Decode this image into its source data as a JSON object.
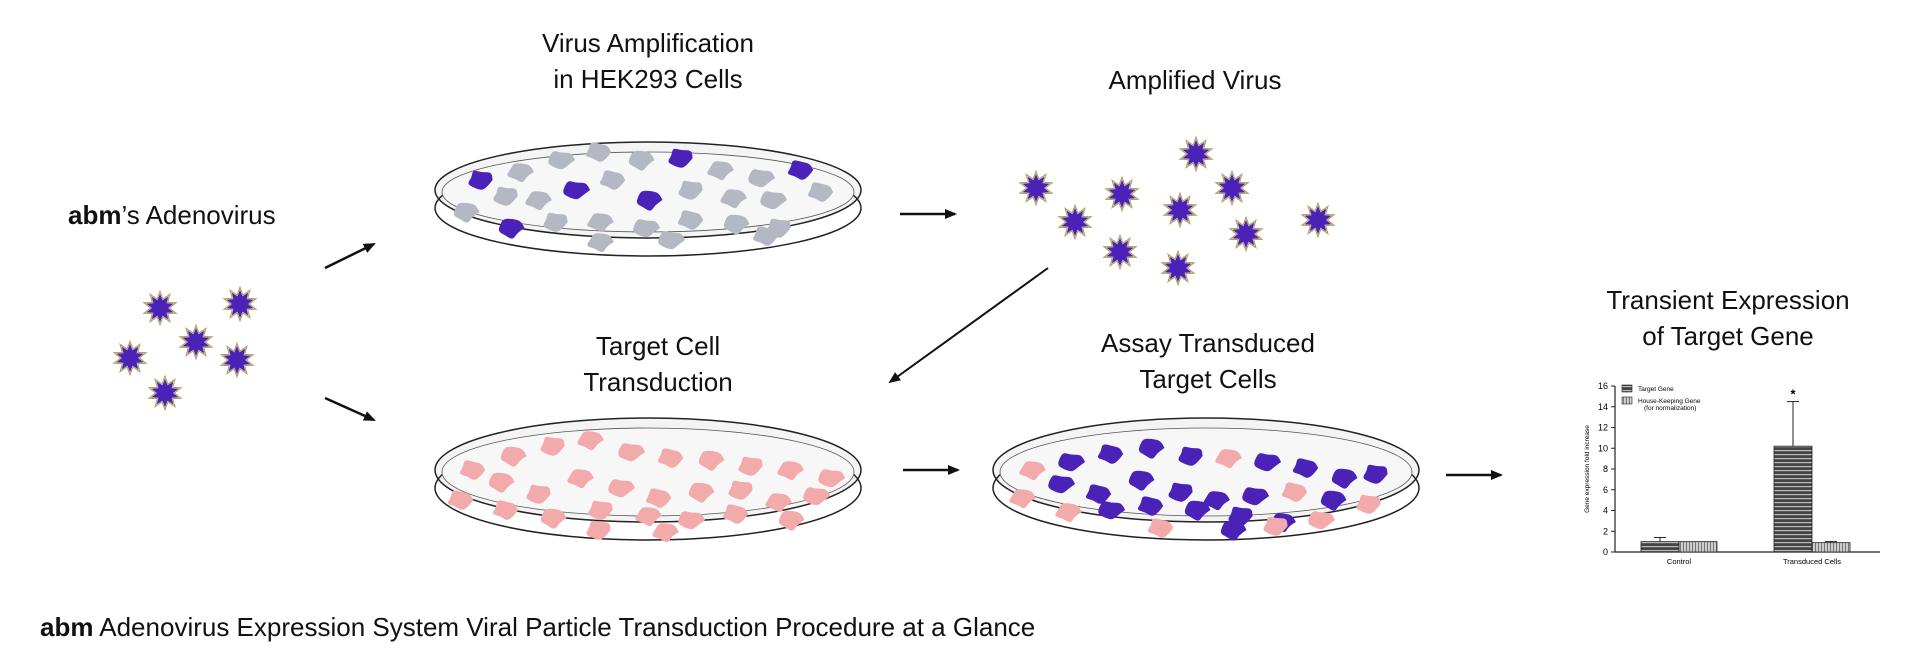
{
  "labels": {
    "brand": "abm",
    "adenovirus_suffix": "’s Adenovirus",
    "virus_amplification": [
      "Virus Amplification",
      "in HEK293 Cells"
    ],
    "amplified_virus": "Amplified Virus",
    "target_cell_transduction": [
      "Target Cell",
      "Transduction"
    ],
    "assay_transduced": [
      "Assay Transduced",
      "Target Cells"
    ],
    "transient_expression": [
      "Transient Expression",
      "of Target Gene"
    ]
  },
  "caption": {
    "brand": "abm",
    "text": " Adenovirus Expression System Viral Particle Transduction Procedure at a Glance"
  },
  "colors": {
    "virus": "#4a22b8",
    "hek_cell": "#b4b8c2",
    "target_cell": "#f2aaaa",
    "dish_fill": "#f4f4f4",
    "dish_stroke": "#222222"
  },
  "chart_data": {
    "type": "bar",
    "categories": [
      "Control",
      "Transduced Cells"
    ],
    "series": [
      {
        "name": "Target Gene",
        "values": [
          1.0,
          10.2
        ],
        "error": [
          0.4,
          4.3
        ]
      },
      {
        "name": "House-Keeping Gene\n(for normalization)",
        "values": [
          1.0,
          0.9
        ],
        "error": [
          0.0,
          0.1
        ]
      }
    ],
    "series_label_lines": [
      [
        "Target Gene"
      ],
      [
        "House-Keeping Gene",
        "(for normalization)"
      ]
    ],
    "ylabel": "Gene expression fold increase",
    "ylim": [
      0,
      16
    ],
    "yticks": [
      "0",
      "2",
      "4",
      "6",
      "8",
      "10",
      "12",
      "14",
      "16"
    ],
    "annotation": "*",
    "legend": "top-left"
  }
}
